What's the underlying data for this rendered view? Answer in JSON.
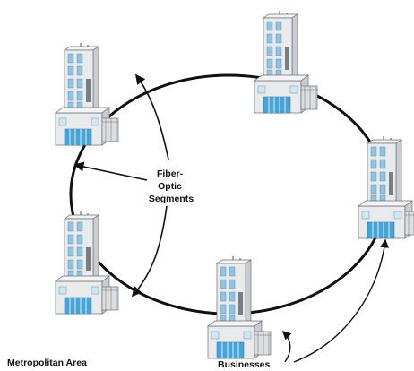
{
  "diagram": {
    "segment_label_lines": [
      "Fiber-",
      "Optic",
      "Segments"
    ],
    "area_label": "Metropolitan Area",
    "businesses_label": "Businesses",
    "nodes": [
      {
        "name": "building-top-left"
      },
      {
        "name": "building-top-right"
      },
      {
        "name": "building-right"
      },
      {
        "name": "building-bottom"
      },
      {
        "name": "building-left"
      }
    ],
    "colors": {
      "ring": "#111111",
      "wall": "#e9eaec",
      "wall_side": "#c9ccd1",
      "window": "#8fc3e0",
      "window_light": "#cfe6f3",
      "door": "#45a4d8"
    }
  }
}
